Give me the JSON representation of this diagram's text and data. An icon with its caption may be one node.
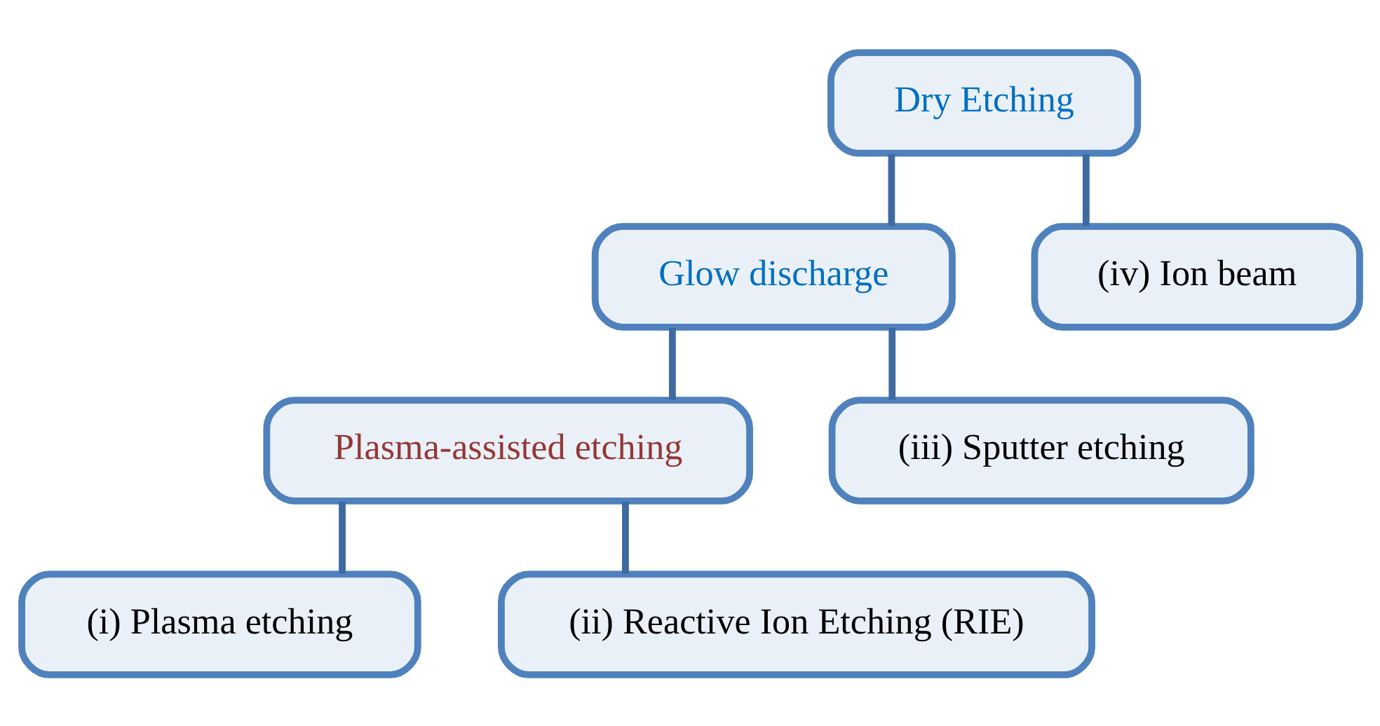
{
  "diagram": {
    "nodes": [
      {
        "text": [
          "Dry Etching"
        ]
      },
      {
        "text": [
          "Glow discharge"
        ]
      },
      {
        "text": [
          "(iv) Ion beam"
        ]
      },
      {
        "text": [
          "Plasma-assisted etching"
        ]
      },
      {
        "text": [
          "(iii) Sputter etching"
        ]
      },
      {
        "text": [
          "(i) Plasma etching"
        ]
      },
      {
        "text": [
          "(ii) Reactive Ion Etching (RIE)"
        ]
      }
    ],
    "edges": [
      {
        "from": 0,
        "to": 1,
        "arrow": "none"
      },
      {
        "from": 0,
        "to": 2,
        "arrow": "none"
      },
      {
        "from": 1,
        "to": 3,
        "arrow": "none"
      },
      {
        "from": 1,
        "to": 4,
        "arrow": "none"
      },
      {
        "from": 3,
        "to": 5,
        "arrow": "none"
      },
      {
        "from": 3,
        "to": 6,
        "arrow": "none"
      }
    ]
  }
}
